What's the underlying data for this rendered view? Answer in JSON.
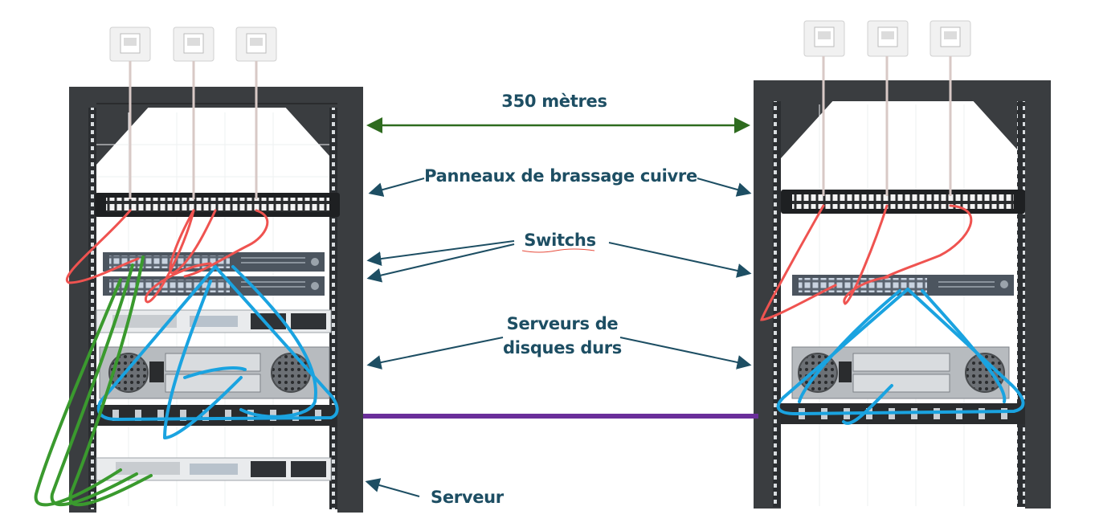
{
  "labels": {
    "distance": "350 mètres",
    "patch_panels": "Panneaux de brassage cuivre",
    "switches": "Switchs",
    "storage_line1": "Serveurs de",
    "storage_line2": "disques durs",
    "server": "Serveur"
  },
  "colors": {
    "label_text": "#1d4e63",
    "arrow": "#1d4e63",
    "distance_arrow": "#2e6b1f",
    "fiber_link": "#6a2e9a",
    "patch_red": "#ef5350",
    "link_blue": "#1aa3e0",
    "link_green": "#3a9a2e",
    "rack_frame": "#3a3d40"
  },
  "icons": {
    "wall_outlet": "wall-outlet-icon",
    "rack": "server-rack-icon",
    "patch_panel": "patch-panel-icon",
    "switch": "network-switch-icon",
    "storage_server": "storage-server-icon",
    "server": "rack-server-icon"
  }
}
